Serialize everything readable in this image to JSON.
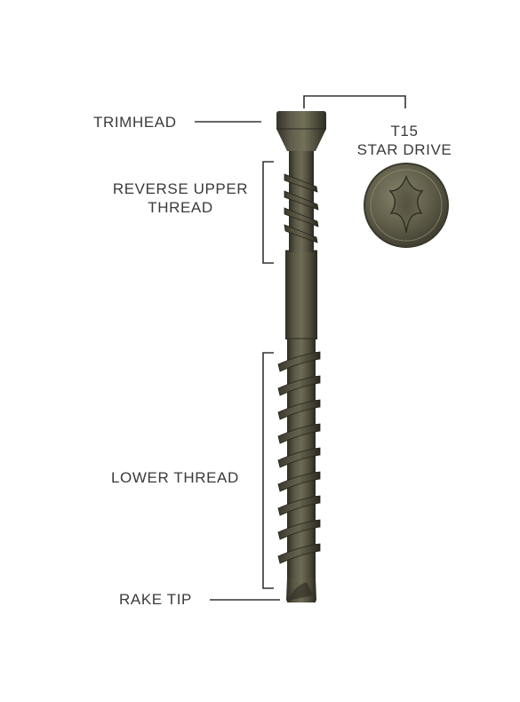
{
  "labels": {
    "trimhead": "TRIMHEAD",
    "reverse_upper_thread": [
      "REVERSE UPPER",
      "THREAD"
    ],
    "lower_thread": "LOWER THREAD",
    "rake_tip": "RAKE TIP",
    "star_drive": [
      "T15",
      "STAR DRIVE"
    ]
  },
  "colors": {
    "screw_body": "#4a4838",
    "screw_highlight": "#6d6a55",
    "screw_shadow": "#2c2b22",
    "label_text": "#3a3a3a",
    "leader_line": "#333333"
  },
  "icons": {
    "drive_head": "star-drive-head-icon"
  }
}
